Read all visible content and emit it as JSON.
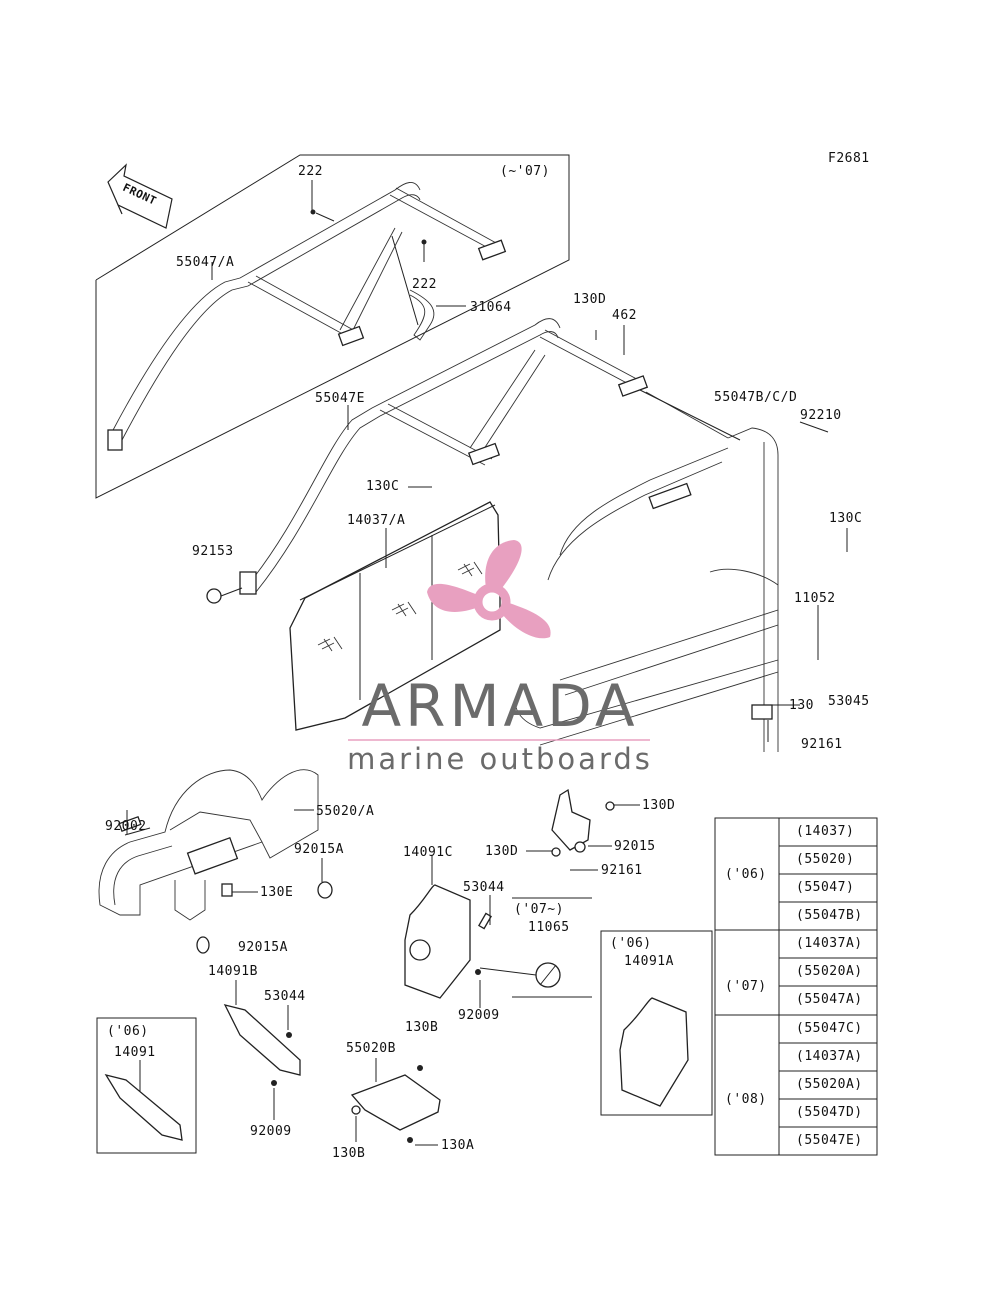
{
  "figure_code": "F2681",
  "front_label": "FRONT",
  "inset_top_note": "(~'07)",
  "inset_guard_14091b_note": "('06)",
  "inset_14091a_note": "('06)",
  "note_07": "('07~)",
  "part_labels": {
    "p222a": "222",
    "p222b": "222",
    "p55047a": "55047/A",
    "p31064": "31064",
    "p130d_top": "130D",
    "p462": "462",
    "p55047bcd": "55047B/C/D",
    "p92210": "92210",
    "p55047e": "55047E",
    "p130c_mid": "130C",
    "p14037a": "14037/A",
    "p130c_right": "130C",
    "p92153": "92153",
    "p11052": "11052",
    "p130": "130",
    "p53045": "53045",
    "p92161_right": "92161",
    "p92002": "92002",
    "p55020a": "55020/A",
    "p130d_mid": "130D",
    "p92015_mid": "92015",
    "p92015a_1": "92015A",
    "p14091c": "14091C",
    "p130d_left": "130D",
    "p92161_mid": "92161",
    "p130e": "130E",
    "p53044_mid": "53044",
    "p11065": "11065",
    "p92015a_2": "92015A",
    "p14091b": "14091B",
    "p53044_low": "53044",
    "p130b_mid": "130B",
    "p92009_mid": "92009",
    "p14091a": "14091A",
    "p14091": "14091",
    "p55020b": "55020B",
    "p92009_low": "92009",
    "p130b_low": "130B",
    "p130a": "130A"
  },
  "chart_data": {
    "type": "table",
    "rows": [
      {
        "year": "('06)",
        "parts": [
          "(14037)",
          "(55020)",
          "(55047)",
          "(55047B)"
        ]
      },
      {
        "year": "('07)",
        "parts": [
          "(14037A)",
          "(55020A)",
          "(55047A)"
        ]
      },
      {
        "year": "('08)",
        "parts": [
          "(55047C)",
          "(14037A)",
          "(55020A)",
          "(55047D)",
          "(55047E)"
        ]
      }
    ]
  },
  "watermark": {
    "brand": "ARMADA",
    "tagline": "marine outboards",
    "accent_color": "#e8a0c0",
    "text_color": "#6b6b6b"
  }
}
